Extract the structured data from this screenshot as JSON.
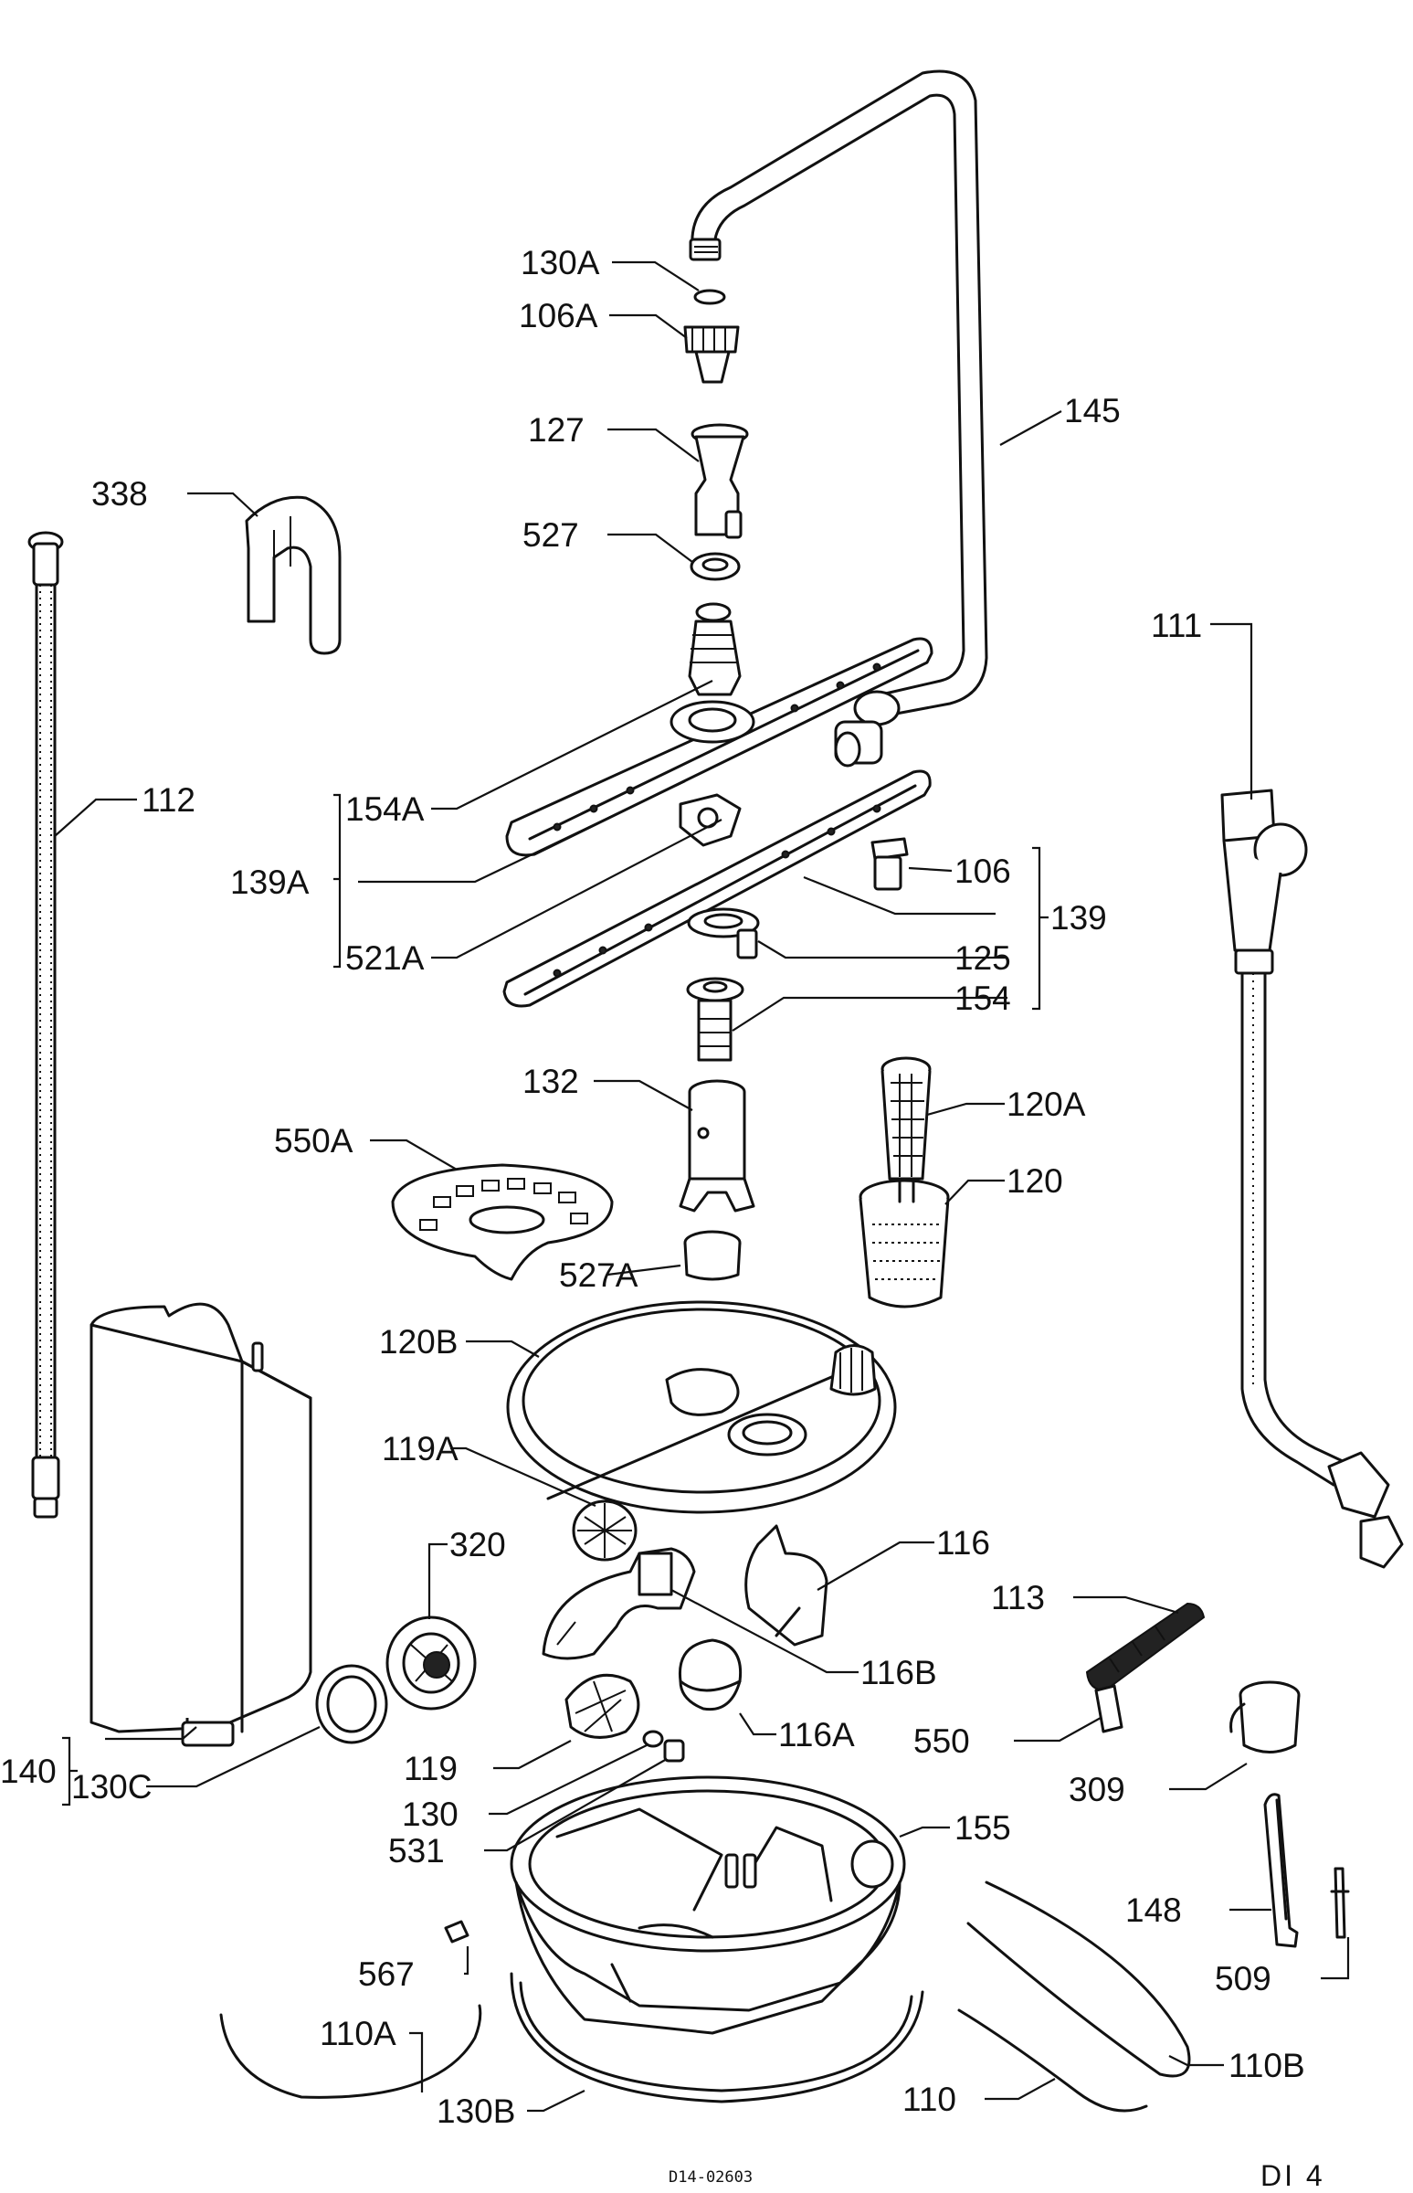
{
  "labels": {
    "l145": "145",
    "l130A": "130A",
    "l106A": "106A",
    "l127": "127",
    "l527": "527",
    "l338": "338",
    "l111": "111",
    "l112": "112",
    "l154A": "154A",
    "l139A": "139A",
    "l521A": "521A",
    "l106": "106",
    "l139": "139",
    "l125": "125",
    "l154": "154",
    "l132": "132",
    "l120A": "120A",
    "l550A": "550A",
    "l120": "120",
    "l527A": "527A",
    "l120B": "120B",
    "l119A": "119A",
    "l320": "320",
    "l116": "116",
    "l113": "113",
    "l116B": "116B",
    "l116A": "116A",
    "l550": "550",
    "l140": "140",
    "l130C": "130C",
    "l119": "119",
    "l309": "309",
    "l130": "130",
    "l531": "531",
    "l155": "155",
    "l148": "148",
    "l567": "567",
    "l509": "509",
    "l110A": "110A",
    "l110B": "110B",
    "l130B": "130B",
    "l110": "110"
  },
  "drawing_number": "D14-02603",
  "sheet_id": "DI 4"
}
